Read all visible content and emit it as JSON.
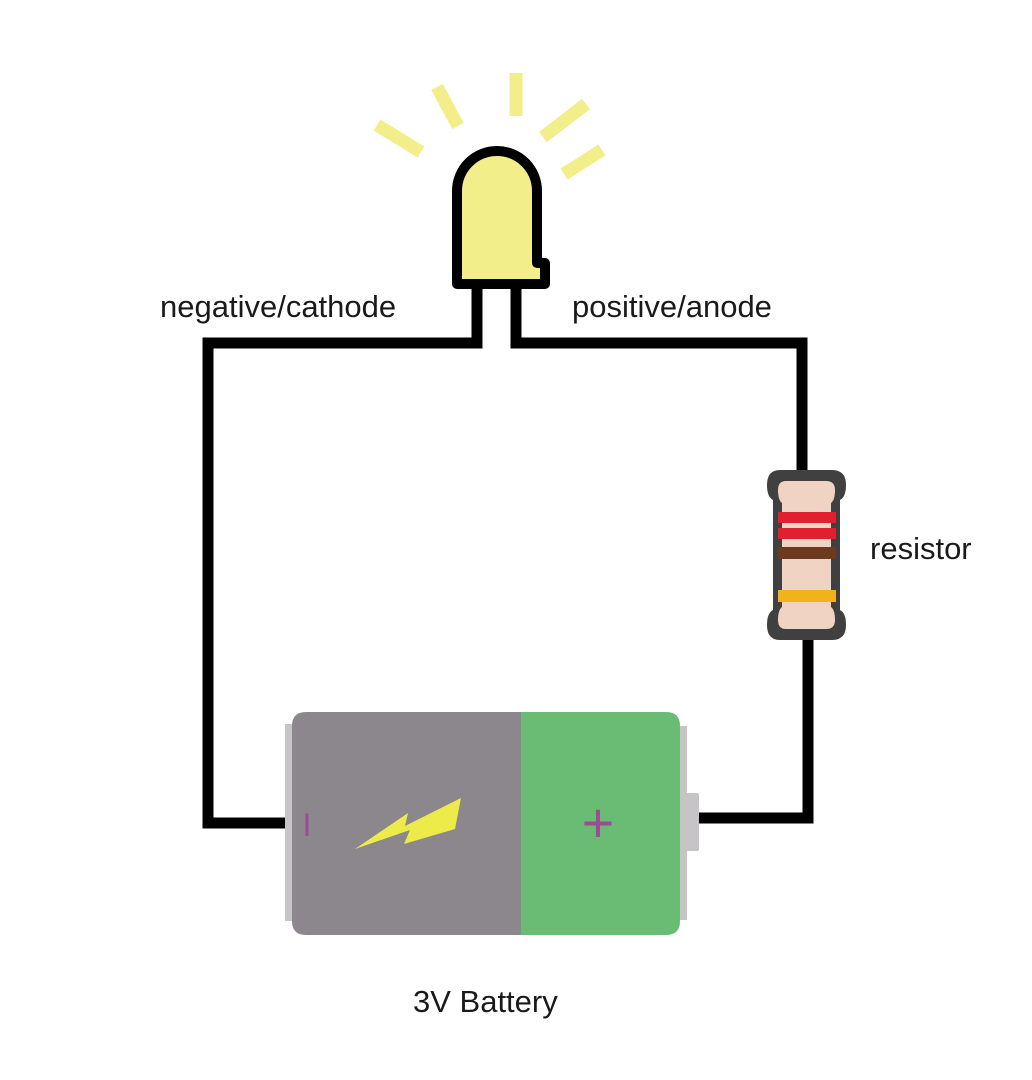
{
  "labels": {
    "cathode": "negative/cathode",
    "anode": "positive/anode",
    "resistor": "resistor",
    "battery": "3V Battery"
  },
  "battery": {
    "negative_symbol": "I",
    "positive_symbol": "+"
  },
  "components": {
    "led": "led-icon",
    "light_rays": "light-rays-icon",
    "resistor": "resistor-icon",
    "battery": "battery-icon",
    "lightning": "lightning-bolt-icon"
  },
  "colors": {
    "wire": "#000000",
    "led_fill": "#f2ef8a",
    "light_ray": "#f2ef8a",
    "battery_negative_body": "#8b878c",
    "battery_positive_body": "#6abb74",
    "battery_terminal": "#c7c4c8",
    "battery_symbol": "#9b4d93",
    "lightning": "#eceb4a",
    "resistor_outline": "#404040",
    "resistor_body": "#f0d3c3",
    "resistor_band_1": "#e0202f",
    "resistor_band_2": "#e0202f",
    "resistor_band_3": "#6b3a1f",
    "resistor_band_4": "#f2b21a"
  }
}
